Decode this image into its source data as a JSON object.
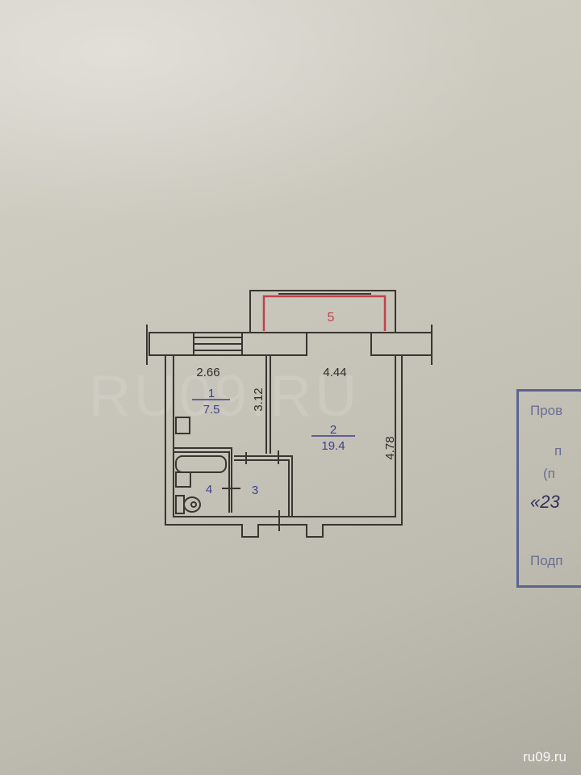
{
  "plan": {
    "balcony_number": "5",
    "room1": {
      "number": "1",
      "area": "7.5",
      "width": "2.66",
      "length": "3.12"
    },
    "room2": {
      "number": "2",
      "area": "19.4",
      "width": "4.44",
      "length": "4.78"
    },
    "room3": {
      "number": "3"
    },
    "room4": {
      "number": "4"
    }
  },
  "stamp": {
    "line1": "Пров",
    "line2": "п",
    "line3": "(п",
    "line4": "«23",
    "line5": "Подп"
  },
  "watermark": "RU09.RU",
  "site_label": "ru09.ru",
  "colors": {
    "line": "#3a3530",
    "room_label": "#3d4190",
    "balcony": "#c0424a",
    "stamp": "#5c6393"
  }
}
